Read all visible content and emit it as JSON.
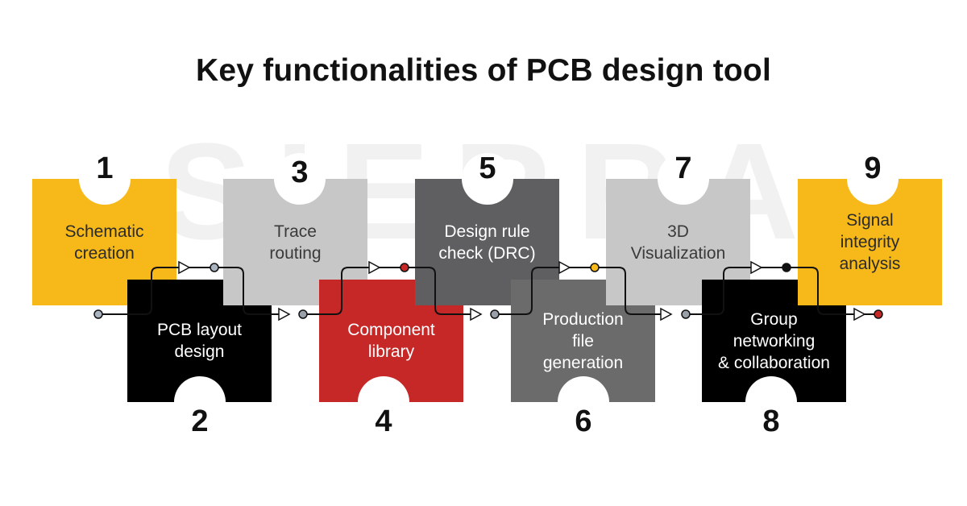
{
  "title": "Key functionalities of PCB design tool",
  "watermark": "SIERRA",
  "steps": [
    {
      "number": "1",
      "label": "Schematic\ncreation",
      "color": "#f6b919",
      "text_color": "#2b2b2b"
    },
    {
      "number": "2",
      "label": "PCB layout\ndesign",
      "color": "#000000",
      "text_color": "#ffffff"
    },
    {
      "number": "3",
      "label": "Trace\nrouting",
      "color": "#c7c7c8",
      "text_color": "#3a3a3a"
    },
    {
      "number": "4",
      "label": "Component\nlibrary",
      "color": "#c62828",
      "text_color": "#ffffff"
    },
    {
      "number": "5",
      "label": "Design rule\ncheck (DRC)",
      "color": "#5f5f61",
      "text_color": "#ffffff"
    },
    {
      "number": "6",
      "label": "Production\nfile\ngeneration",
      "color": "#6b6b6c",
      "text_color": "#ffffff"
    },
    {
      "number": "7",
      "label": "3D\nVisualization",
      "color": "#c7c7c8",
      "text_color": "#3a3a3a"
    },
    {
      "number": "8",
      "label": "Group\nnetworking\n& collaboration",
      "color": "#000000",
      "text_color": "#ffffff"
    },
    {
      "number": "9",
      "label": "Signal\nintegrity\nanalysis",
      "color": "#f6b919",
      "text_color": "#2b2b2b"
    }
  ],
  "dot_colors": [
    "#aab4c0",
    "#c62828",
    "#f6b919",
    "#111111"
  ]
}
